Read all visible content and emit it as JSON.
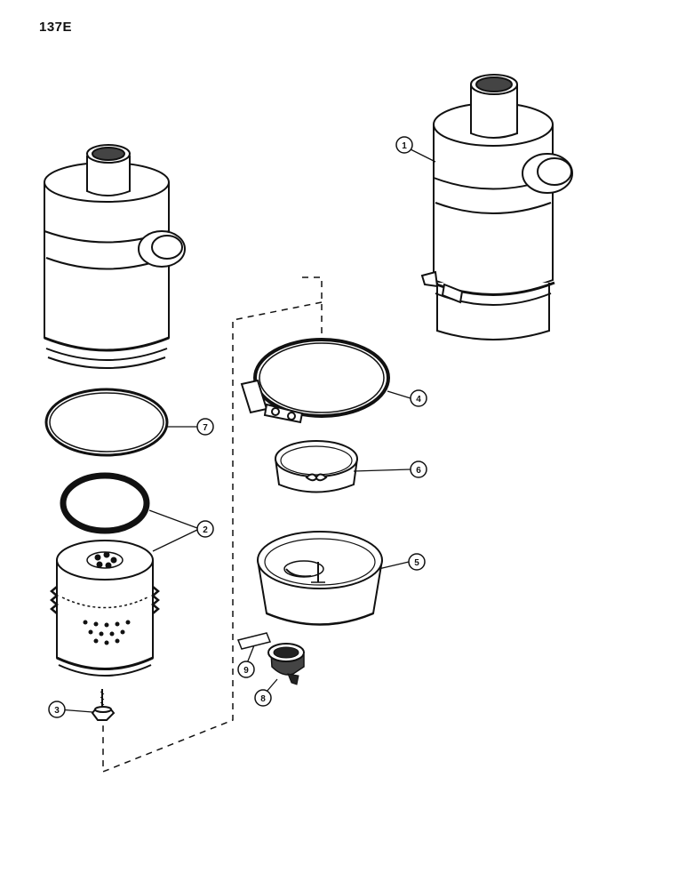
{
  "page": {
    "number": "137E"
  },
  "colors": {
    "ink": "#111111",
    "fill": "#ffffff",
    "shade": "#444444"
  },
  "callouts": [
    {
      "label": "1",
      "part": "air-cleaner-assembly"
    },
    {
      "label": "2",
      "part": "filter-element-and-gasket"
    },
    {
      "label": "3",
      "part": "wing-nut"
    },
    {
      "label": "4",
      "part": "clamp"
    },
    {
      "label": "5",
      "part": "oil-cup"
    },
    {
      "label": "6",
      "part": "inner-cup"
    },
    {
      "label": "7",
      "part": "seal-ring"
    },
    {
      "label": "8",
      "part": "dust-valve"
    },
    {
      "label": "9",
      "part": "decal"
    }
  ]
}
